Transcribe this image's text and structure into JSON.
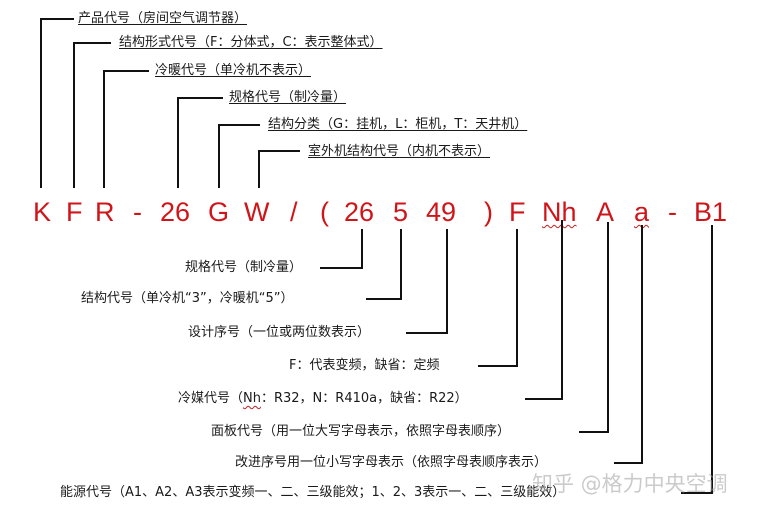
{
  "title_code": {
    "chars": [
      "K",
      "F",
      "R",
      "-",
      "26",
      "G",
      "W",
      "/",
      "(",
      "26",
      "5",
      "49",
      ")",
      "F",
      "Nh",
      "A",
      "a",
      "-",
      "B1"
    ],
    "color": "#d0151a"
  },
  "top_labels": [
    {
      "text": "产品代号（房间空气调节器）",
      "points_to": "K"
    },
    {
      "text": "结构形式代号（F：分体式，C：表示整体式）",
      "points_to": "F"
    },
    {
      "text": "冷暖代号（单冷机不表示）",
      "points_to": "R"
    },
    {
      "text": "规格代号（制冷量）",
      "points_to": "26"
    },
    {
      "text": "结构分类（G：挂机，L：柜机，T：天井机）",
      "points_to": "G"
    },
    {
      "text": "室外机结构代号（内机不表示）",
      "points_to": "W"
    }
  ],
  "bottom_labels": [
    {
      "text": "规格代号（制冷量）",
      "points_to": "26"
    },
    {
      "text_pre": "结构代号（单冷机“3”，冷暖机“5”）",
      "points_to": "5"
    },
    {
      "text": "设计序号（一位或两位数表示）",
      "points_to": "49"
    },
    {
      "text": "F：代表变频，缺省：定频",
      "points_to": "F"
    },
    {
      "prefix": "冷媒代号（",
      "highlight": "Nh",
      "suffix": "：R32，N：R410a，缺省：R22）",
      "points_to": "Nh"
    },
    {
      "text": "面板代号（用一位大写字母表示，依照字母表顺序）",
      "points_to": "A"
    },
    {
      "text": "改进序号用一位小写字母表示（依照字母表顺序表示）",
      "points_to": "a"
    },
    {
      "text": "能源代号（A1、A2、A3表示变频一、二、三级能效；1、2、3表示一、二、三级能效）",
      "points_to": "B1"
    }
  ],
  "watermark": "知乎 @格力中央空调"
}
